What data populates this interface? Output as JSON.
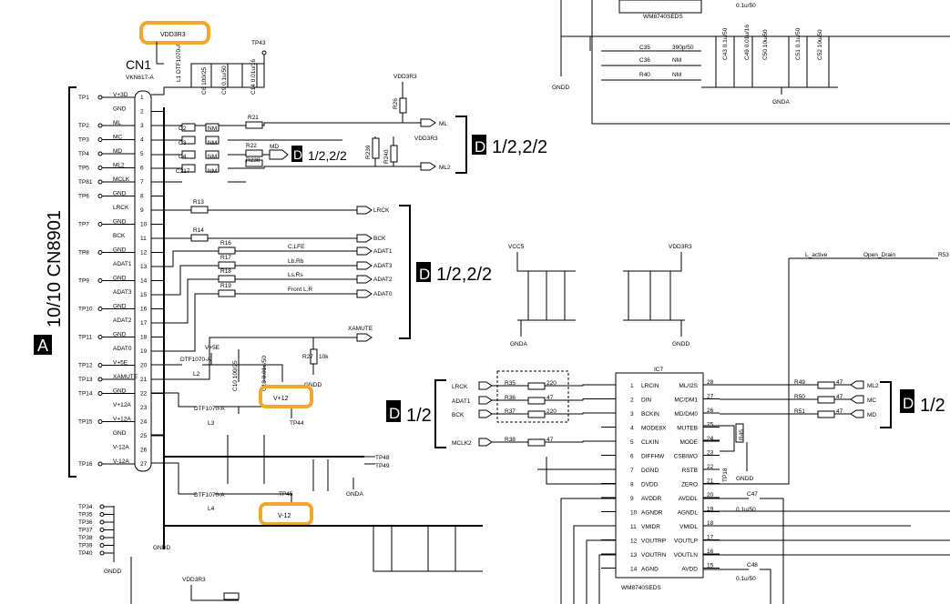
{
  "connector": {
    "title": "10/10 CN8901",
    "marker": "A",
    "cn_label": "CN1",
    "cn_part": "VKN617-A",
    "pins": [
      {
        "tp": "TP1",
        "sig": "V+3D",
        "n": "1"
      },
      {
        "tp": "",
        "sig": "GND",
        "n": "2"
      },
      {
        "tp": "TP2",
        "sig": "ML",
        "n": "3"
      },
      {
        "tp": "TP3",
        "sig": "MC",
        "n": "4"
      },
      {
        "tp": "TP4",
        "sig": "MD",
        "n": "5"
      },
      {
        "tp": "TP5",
        "sig": "ML2",
        "n": "6"
      },
      {
        "tp": "TP81",
        "sig": "MCLK",
        "n": "7"
      },
      {
        "tp": "TP6",
        "sig": "GND",
        "n": "8"
      },
      {
        "tp": "",
        "sig": "LRCK",
        "n": "9"
      },
      {
        "tp": "TP7",
        "sig": "GND",
        "n": "10"
      },
      {
        "tp": "",
        "sig": "BCK",
        "n": "11"
      },
      {
        "tp": "TP8",
        "sig": "GND",
        "n": "12"
      },
      {
        "tp": "",
        "sig": "ADAT1",
        "n": "13"
      },
      {
        "tp": "TP9",
        "sig": "GND",
        "n": "14"
      },
      {
        "tp": "",
        "sig": "ADAT3",
        "n": "15"
      },
      {
        "tp": "TP10",
        "sig": "GND",
        "n": "16"
      },
      {
        "tp": "",
        "sig": "ADAT2",
        "n": "17"
      },
      {
        "tp": "TP11",
        "sig": "GND",
        "n": "18"
      },
      {
        "tp": "",
        "sig": "ADAT0",
        "n": "19"
      },
      {
        "tp": "TP12",
        "sig": "V+5E",
        "n": "20"
      },
      {
        "tp": "TP13",
        "sig": "XAMUTE",
        "n": "21"
      },
      {
        "tp": "TP14",
        "sig": "GND",
        "n": "22"
      },
      {
        "tp": "",
        "sig": "V+12A",
        "n": "23"
      },
      {
        "tp": "TP15",
        "sig": "V+12A",
        "n": "24"
      },
      {
        "tp": "",
        "sig": "GND",
        "n": "25"
      },
      {
        "tp": "",
        "sig": "V-12A",
        "n": "26"
      },
      {
        "tp": "TP16",
        "sig": "V-12A",
        "n": "27"
      }
    ],
    "tp_stack": [
      "TP34",
      "TP35",
      "TP36",
      "TP37",
      "TP38",
      "TP39",
      "TP40"
    ]
  },
  "highlights": {
    "vdd_top": "VDD3R3",
    "vplus12": "V+12",
    "vminus12": "V-12"
  },
  "labels": {
    "tp43": "TP43",
    "tp44": "TP44",
    "tp45": "TP45",
    "tp48": "TP48",
    "tp49": "TP49",
    "tp18": "TP18",
    "gndd": "GNDD",
    "gnda": "GNDA",
    "vdd3r3": "VDD3R3",
    "vcc5": "VCC5",
    "v5e": "V+5E",
    "xamute": "XAMUTE",
    "l_active": "L_active",
    "open_drain": "Open_Drain",
    "r53": "R53",
    "ic7": "IC7",
    "ic_part_top": "WM8740SEDS",
    "ic_part_bottom": "WM8740SEDS",
    "ref_12_22": "1/2,2/2",
    "ref_12": "1/2",
    "d": "D"
  },
  "signals_out": [
    {
      "name": "ML"
    },
    {
      "name": "ML2"
    },
    {
      "name": "MD"
    },
    {
      "name": "LRCK"
    },
    {
      "name": "BCK"
    },
    {
      "name": "ADAT1"
    },
    {
      "name": "ADAT3"
    },
    {
      "name": "ADAT2"
    },
    {
      "name": "ADAT0"
    }
  ],
  "channels": {
    "c_lfe": "C,LFE",
    "lb_rb": "Lb,Rb",
    "ls_rs": "Ls,Rs",
    "front": "Front L,R"
  },
  "caps": {
    "c2": "C2",
    "c3": "C3",
    "c4": "C4",
    "c217": "C217",
    "nm": "NM",
    "c35": "C35",
    "c35v": "390p/50",
    "c36": "C36",
    "c47": "C47",
    "c47v": "0.1u/50",
    "c48": "C48",
    "c48v": "0.1u/50"
  },
  "res": {
    "r21": "R21",
    "r22": "R22",
    "r238": "R238",
    "r13": "R13",
    "r14": "R14",
    "r16": "R16",
    "r17": "R17",
    "r18": "R18",
    "r19": "R19",
    "r27": "R27",
    "r27v": "10k",
    "r40": "R40",
    "r26": "R26",
    "r239": "R239",
    "r240": "R240",
    "zero": "0"
  },
  "ic_pins_left": [
    {
      "n": "1",
      "name": "LRCIN"
    },
    {
      "n": "2",
      "name": "DIN"
    },
    {
      "n": "3",
      "name": "BCKIN"
    },
    {
      "n": "4",
      "name": "MODE8X"
    },
    {
      "n": "5",
      "name": "CLKIN"
    },
    {
      "n": "6",
      "name": "DIFFHW"
    },
    {
      "n": "7",
      "name": "DGND"
    },
    {
      "n": "8",
      "name": "DVDD"
    },
    {
      "n": "9",
      "name": "AVDDR"
    },
    {
      "n": "10",
      "name": "AGNDR"
    },
    {
      "n": "11",
      "name": "VMIDR"
    },
    {
      "n": "12",
      "name": "VOUTRP"
    },
    {
      "n": "13",
      "name": "VOUTRN"
    },
    {
      "n": "14",
      "name": "AGND"
    }
  ],
  "ic_pins_right": [
    {
      "n": "28",
      "name": "ML/I2S"
    },
    {
      "n": "27",
      "name": "MC/DM1"
    },
    {
      "n": "26",
      "name": "MD/DM0"
    },
    {
      "n": "25",
      "name": "MUTEB"
    },
    {
      "n": "24",
      "name": "MODE"
    },
    {
      "n": "23",
      "name": "CSBIWO"
    },
    {
      "n": "22",
      "name": "RSTB"
    },
    {
      "n": "21",
      "name": "ZERO"
    },
    {
      "n": "20",
      "name": "AVDDL"
    },
    {
      "n": "19",
      "name": "AGNDL"
    },
    {
      "n": "18",
      "name": "VMIDL"
    },
    {
      "n": "17",
      "name": "VOUTLP"
    },
    {
      "n": "16",
      "name": "VOUTLN"
    },
    {
      "n": "15",
      "name": "AVDD"
    }
  ],
  "ic_inputs": [
    {
      "sig": "LRCK",
      "r": "R35",
      "v": "220"
    },
    {
      "sig": "ADAT1",
      "r": "R36",
      "v": "47"
    },
    {
      "sig": "BCK",
      "r": "R37",
      "v": "220"
    },
    {
      "sig": "MCLK2",
      "r": "R38",
      "v": "47"
    }
  ],
  "ic_outputs": [
    {
      "sig": "ML2",
      "r": "R49",
      "v": "47"
    },
    {
      "sig": "MC",
      "r": "R50",
      "v": "47"
    },
    {
      "sig": "MD",
      "r": "R51",
      "v": "47"
    }
  ]
}
